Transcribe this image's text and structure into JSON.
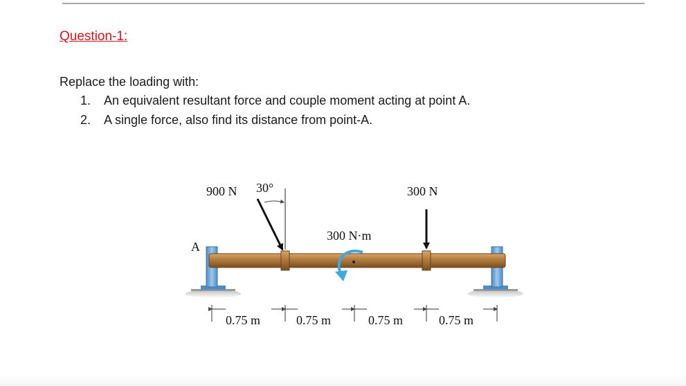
{
  "document": {
    "question_title": "Question-1:",
    "intro": "Replace the loading with:",
    "tasks": [
      {
        "num": "1.",
        "text": "An equivalent resultant force and couple moment acting at point A."
      },
      {
        "num": "2.",
        "text": "A single force, also find its distance from point-A."
      }
    ]
  },
  "figure": {
    "force_1_label": "900 N",
    "angle_label": "30°",
    "force_2_label": "300 N",
    "moment_label": "300 N·m",
    "point_label": "A",
    "spans": [
      "0.75 m",
      "0.75 m",
      "0.75 m",
      "0.75 m"
    ],
    "colors": {
      "beam": "#b07a3c",
      "support": "#6fa7d6",
      "moment_arrow": "#3ea8e0",
      "ground": "#9a9a9a",
      "title": "#e0101a"
    }
  }
}
